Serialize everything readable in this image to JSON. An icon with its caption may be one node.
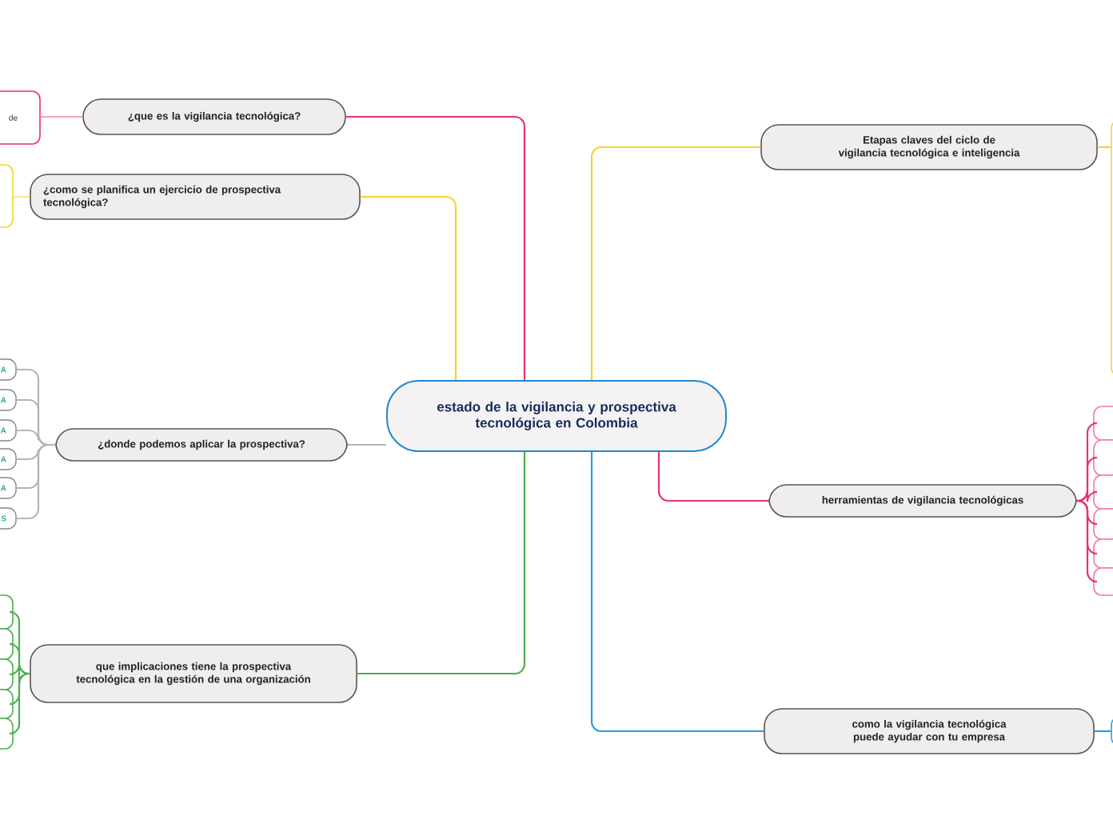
{
  "diagram": {
    "nodes": [
      {
        "text": [
          "estado de la vigilancia y prospectiva tecnológica en Colombia"
        ]
      },
      {
        "text": [
          "¿que es la vigilancia tecnológica?"
        ]
      },
      {
        "text": [
          "¿como se planifica un ejercicio de prospectiva tecnológica?"
        ]
      },
      {
        "text": [
          "¿donde podemos aplicar la prospectiva?"
        ]
      },
      {
        "text": [
          "que implicaciones tiene la prospectiva tecnológica en la gestión de una organización"
        ]
      },
      {
        "text": [
          "Etapas claves del ciclo de vigilancia tecnológica e inteligencia"
        ]
      },
      {
        "text": [
          "herramientas de vigilancia tecnológicas"
        ]
      },
      {
        "text": [
          "como la vigilancia tecnológica puede ayudar con tu empresa"
        ]
      },
      {
        "text": [
          "de"
        ]
      },
      {
        "text": [],
        "shape": "box"
      },
      {
        "text": [
          "A"
        ]
      },
      {
        "text": [
          "A"
        ]
      },
      {
        "text": [
          "A"
        ]
      },
      {
        "text": [
          "A"
        ]
      },
      {
        "text": [
          "A"
        ]
      },
      {
        "text": [
          "S"
        ]
      },
      {
        "text": [],
        "shape": "box"
      },
      {
        "text": [],
        "shape": "box"
      },
      {
        "text": [],
        "shape": "box"
      },
      {
        "text": [],
        "shape": "box"
      },
      {
        "text": [],
        "shape": "box"
      },
      {
        "text": [],
        "shape": "box"
      },
      {
        "text": [],
        "shape": "box"
      },
      {
        "text": [],
        "shape": "box"
      },
      {
        "text": [],
        "shape": "box"
      },
      {
        "text": [],
        "shape": "box"
      },
      {
        "text": [],
        "shape": "box"
      },
      {
        "text": [],
        "shape": "box"
      },
      {
        "text": [],
        "shape": "box"
      }
    ],
    "edges": [
      {
        "from": 0,
        "to": 1,
        "arrow": "none",
        "color": "#e8336d"
      },
      {
        "from": 0,
        "to": 2,
        "arrow": "none",
        "color": "#f5d327"
      },
      {
        "from": 0,
        "to": 3,
        "arrow": "none",
        "color": "#b5b5b5"
      },
      {
        "from": 0,
        "to": 4,
        "arrow": "none",
        "color": "#4caf50"
      },
      {
        "from": 0,
        "to": 5,
        "arrow": "none",
        "color": "#f5d327"
      },
      {
        "from": 0,
        "to": 6,
        "arrow": "none",
        "color": "#e8336d"
      },
      {
        "from": 0,
        "to": 7,
        "arrow": "none",
        "color": "#2b9be0"
      },
      {
        "from": 1,
        "to": 8,
        "arrow": "none",
        "color": "#f4a3bd"
      },
      {
        "from": 2,
        "to": 9,
        "arrow": "none",
        "color": "#f9e68a"
      },
      {
        "from": 3,
        "to": 10,
        "arrow": "none",
        "color": "#b5b5b5"
      },
      {
        "from": 3,
        "to": 11,
        "arrow": "none",
        "color": "#b5b5b5"
      },
      {
        "from": 3,
        "to": 12,
        "arrow": "none",
        "color": "#b5b5b5"
      },
      {
        "from": 3,
        "to": 13,
        "arrow": "none",
        "color": "#b5b5b5"
      },
      {
        "from": 3,
        "to": 14,
        "arrow": "none",
        "color": "#b5b5b5"
      },
      {
        "from": 3,
        "to": 15,
        "arrow": "none",
        "color": "#b5b5b5"
      },
      {
        "from": 4,
        "to": 16,
        "arrow": "none",
        "color": "#4caf50"
      },
      {
        "from": 4,
        "to": 17,
        "arrow": "none",
        "color": "#4caf50"
      },
      {
        "from": 4,
        "to": 18,
        "arrow": "none",
        "color": "#4caf50"
      },
      {
        "from": 4,
        "to": 19,
        "arrow": "none",
        "color": "#4caf50"
      },
      {
        "from": 4,
        "to": 20,
        "arrow": "none",
        "color": "#4caf50"
      },
      {
        "from": 5,
        "to": 21,
        "arrow": "none",
        "color": "#f5d327"
      },
      {
        "from": 6,
        "to": 22,
        "arrow": "none",
        "color": "#e8336d"
      },
      {
        "from": 6,
        "to": 23,
        "arrow": "none",
        "color": "#e8336d"
      },
      {
        "from": 6,
        "to": 24,
        "arrow": "none",
        "color": "#e8336d"
      },
      {
        "from": 6,
        "to": 25,
        "arrow": "none",
        "color": "#e8336d"
      },
      {
        "from": 6,
        "to": 26,
        "arrow": "none",
        "color": "#e8336d"
      },
      {
        "from": 6,
        "to": 27,
        "arrow": "none",
        "color": "#e8336d"
      },
      {
        "from": 7,
        "to": 28,
        "arrow": "none",
        "color": "#2b9be0"
      }
    ]
  }
}
